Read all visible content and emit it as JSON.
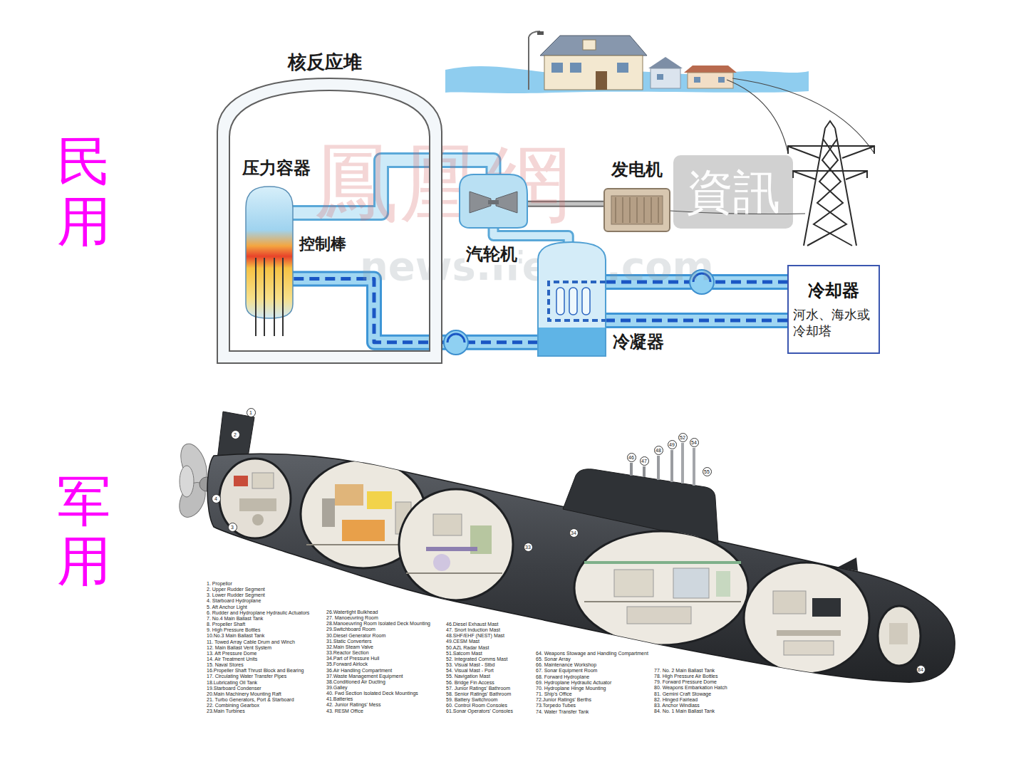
{
  "diagram": {
    "nodes": [
      {
        "text": [
          "核反应堆"
        ]
      },
      {
        "text": [
          "压力容器"
        ],
        "in": 0
      },
      {
        "text": [
          "汽轮机"
        ]
      },
      {
        "text": [
          "发电机"
        ]
      },
      {
        "text": [
          "冷凝器"
        ]
      },
      {
        "text": [
          "冷却器",
          "河水、海水或冷却塔"
        ]
      }
    ],
    "edges": [
      {
        "from": 1,
        "to": 2,
        "arrow": "none"
      },
      {
        "from": 2,
        "to": 3,
        "arrow": "none"
      },
      {
        "from": 2,
        "to": 4,
        "arrow": "none"
      },
      {
        "from": 4,
        "to": 1,
        "arrow": "none"
      },
      {
        "from": 4,
        "to": 5,
        "arrow": "none"
      },
      {
        "from": 5,
        "to": 4,
        "arrow": "none"
      }
    ],
    "labels": [
      "控制棒",
      "民用",
      "军用",
      "鳳凰網",
      "資訊",
      "news.ifeng.com",
      "1",
      "2",
      "3",
      "4",
      "33",
      "34",
      "46",
      "47",
      "48",
      "49",
      "52",
      "54",
      "55",
      "84",
      "1. Propellor",
      "2. Upper Rudder Segment",
      "3. Lower Rudder Segment",
      "4. Starboard Hydroplane",
      "5. Aft Anchor Light",
      "6. Rudder and Hydroplane Hydraulic Actuators",
      "7. No.4 Main Ballast Tank",
      "8. Propeller Shaft",
      "9. High Pressure Bottles",
      "10.No.3 Main Ballast Tank",
      "11. Towed Array Cable Drum and Winch",
      "12. Main Ballast Vent System",
      "13. Aft Pressure Dome",
      "14. Air Treatment Units",
      "15. Naval Stores",
      "16.Propeller Shaft Thrust Block and Bearing",
      "17. Circulating Water Transfer Pipes",
      "18.Lubricating Oil Tank",
      "19.Starboard Condenser",
      "20.Main Machinery Mounting Raft",
      "21. Turbo Generators, Port & Starboard",
      "22. Combining Gearbox",
      "23.Main Turbines",
      "26.Watertight Bulkhead",
      "27. Manoeuvring Room",
      "28.Manoeuvring Room Isolated Deck Mounting",
      "29.Switchboard Room",
      "30.Diesel Generator Room",
      "31.Static Converters",
      "32.Main Steam Valve",
      "33.Reactor Section",
      "34.Part of Pressure Hull",
      "35.Forward Airlock",
      "36.Air Handling Compartment",
      "37.Waste Management Equipment",
      "38.Conditioned Air Ducting",
      "39.Galley",
      "40. Fwd Section Isolated Deck Mountings",
      "41.Batteries",
      "42. Junior Ratings' Mess",
      "43. RESM Office",
      "46.Diesel Exhaust Mast",
      "47. Snort Induction Mast",
      "48.SHF/EHF (NEST) Mast",
      "49.CESM Mast",
      "50.AZL Radar Mast",
      "51.Satcom Mast",
      "52. Integrated Comms Mast",
      "53. Visual Mast - Stbd",
      "54. Visual Mast - Port",
      "55. Navigation Mast",
      "56. Bridge Fin Access",
      "57. Junior Ratings' Bathroom",
      "58. Senior Ratings' Bathroom",
      "59. Battery Switchroom",
      "60. Control Room Consoles",
      "61.Sonar Operators' Consoles",
      "64. Weapons Stowage and Handling Compartment",
      "65. Sonar Array",
      "66. Maintenance Workshop",
      "67. Sonar Equipment Room",
      "68. Forward Hydroplane",
      "69. Hydroplane Hydraulic Actuator",
      "70. Hydroplane Hinge Mounting",
      "71. Ship's Office",
      "72.Junior Ratings' Berths",
      "73.Torpedo Tubes",
      "74. Water Transfer Tank",
      "77. No. 2 Main Ballast Tank",
      "78. High Pressure Air Bottles",
      "79. Forward Pressure Dome",
      "80. Weapons Embarkation Hatch",
      "81. Gemini Craft Stowage",
      "82. Hinged Fairlead",
      "83. Anchor Windlass",
      "84. No. 1 Main Ballast Tank"
    ]
  }
}
